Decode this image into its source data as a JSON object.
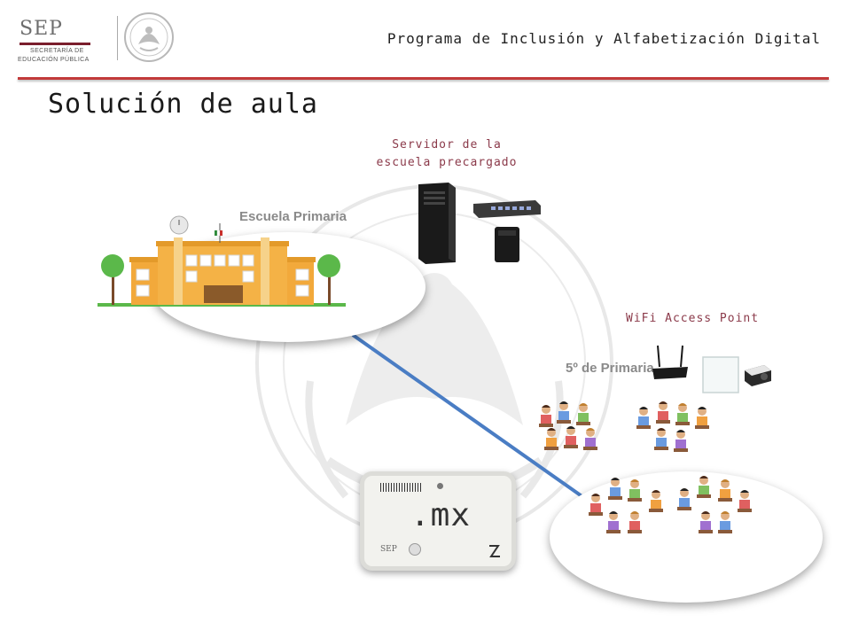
{
  "header": {
    "sep_logo": {
      "name": "SEP",
      "line1": "SECRETARÍA DE",
      "line2": "EDUCACIÓN PÚBLICA"
    },
    "program_title": "Programa de Inclusión y Alfabetización Digital"
  },
  "slide": {
    "title": "Solución de aula"
  },
  "school": {
    "label": "Escuela Primaria"
  },
  "server": {
    "label_line1": "Servidor de la",
    "label_line2": "escuela precargado"
  },
  "classroom": {
    "wifi_label": "WiFi Access Point",
    "grade_label": "5º de Primaria"
  },
  "tablet": {
    "brand_text": ".mx",
    "sep_text": "SEP"
  },
  "icons": {
    "seal": "eagle-seal-icon",
    "server": "server-tower-icon",
    "switch": "network-switch-icon",
    "ups": "ups-icon",
    "router": "wifi-router-icon",
    "board": "whiteboard-icon",
    "projector": "projector-icon"
  },
  "colors": {
    "header_rule": "#c23a3a",
    "accent_label": "#8b3a4a",
    "link_line": "#4a7dc4",
    "school_wall": "#f2a93b"
  }
}
